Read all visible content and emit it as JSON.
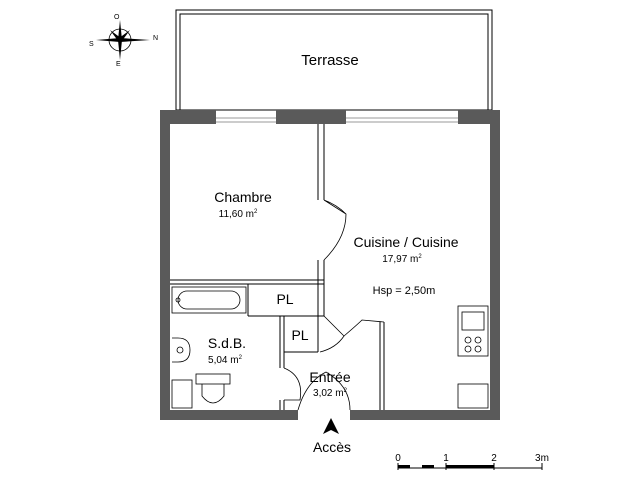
{
  "rooms": {
    "terrasse": {
      "name": "Terrasse"
    },
    "chambre": {
      "name": "Chambre",
      "area": "11,60 m",
      "area_sup": "2"
    },
    "cuisine": {
      "name": "Cuisine / Cuisine",
      "area": "17,97 m",
      "area_sup": "2",
      "ceiling": "Hsp = 2,50m"
    },
    "sdb": {
      "name": "S.d.B.",
      "area": "5,04 m",
      "area_sup": "2"
    },
    "entree": {
      "name": "Entrée",
      "area": "3,02 m",
      "area_sup": "2"
    },
    "placard1": {
      "name": "PL"
    },
    "placard2": {
      "name": "PL"
    }
  },
  "access": {
    "label": "Accès"
  },
  "compass": {
    "n": "N",
    "s": "S",
    "e": "E",
    "o": "O"
  },
  "scale": {
    "ticks": [
      "0",
      "1",
      "2",
      "3m"
    ]
  },
  "colors": {
    "wall": "#5a5a5a",
    "line": "#000000",
    "window": "#9a9a9a"
  }
}
